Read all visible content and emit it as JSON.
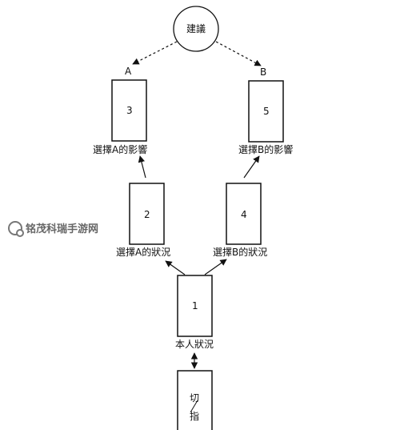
{
  "advice": {
    "label": "建議"
  },
  "branches": {
    "a_label": "A",
    "b_label": "B"
  },
  "cards": {
    "card1": {
      "number": "1",
      "caption": "本人狀況"
    },
    "card2": {
      "number": "2",
      "caption": "選擇A的狀況"
    },
    "card3": {
      "number": "3",
      "caption": "選擇A的影響"
    },
    "card4": {
      "number": "4",
      "caption": "選擇B的狀況"
    },
    "card5": {
      "number": "5",
      "caption": "選擇B的影響"
    },
    "cut": {
      "top": "切",
      "bottom": "指"
    }
  },
  "watermark": {
    "text": "铭茂科瑞手游网"
  }
}
